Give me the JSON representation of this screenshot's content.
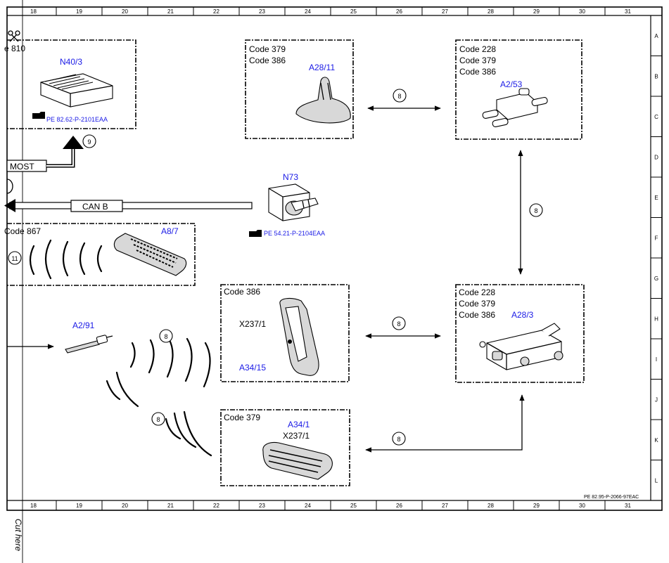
{
  "grid": {
    "columns": [
      "18",
      "19",
      "20",
      "21",
      "22",
      "23",
      "24",
      "25",
      "26",
      "27",
      "28",
      "29",
      "30",
      "31"
    ],
    "rows": [
      "A",
      "B",
      "C",
      "D",
      "E",
      "F",
      "G",
      "H",
      "I",
      "J",
      "K",
      "L"
    ]
  },
  "footer": {
    "doc_ref": "PE 82.95-P-2066-97EAC",
    "cut_here": "Cut here"
  },
  "partial_ref": "e 810",
  "components": {
    "n40_3": {
      "id": "N40/3",
      "ref": "PE 82.62-P-2101EAA"
    },
    "a28_11": {
      "id": "A28/11",
      "codes": [
        "Code 379",
        "Code 386"
      ]
    },
    "a2_53": {
      "id": "A2/53",
      "codes": [
        "Code 228",
        "Code 379",
        "Code 386"
      ]
    },
    "n73": {
      "id": "N73",
      "ref": "PE 54.21-P-2104EAA"
    },
    "a8_7": {
      "id": "A8/7",
      "codes": [
        "Code 867"
      ]
    },
    "x237_1_a34_15": {
      "connector": "X237/1",
      "id": "A34/15",
      "codes": [
        "Code 386"
      ]
    },
    "a28_3": {
      "id": "A28/3",
      "codes": [
        "Code 228",
        "Code 379",
        "Code 386"
      ]
    },
    "a34_1": {
      "id": "A34/1",
      "connector": "X237/1",
      "codes": [
        "Code 379"
      ]
    },
    "a2_91": {
      "id": "A2/91"
    }
  },
  "buses": {
    "most": "MOST",
    "can": "CAN B"
  },
  "markers": {
    "m_top": "8",
    "m_right": "8",
    "m_mid": "8",
    "m_bottom": "8",
    "m_wave1": "8",
    "m_wave2": "8",
    "m_most": "9",
    "m_ir": "11"
  }
}
